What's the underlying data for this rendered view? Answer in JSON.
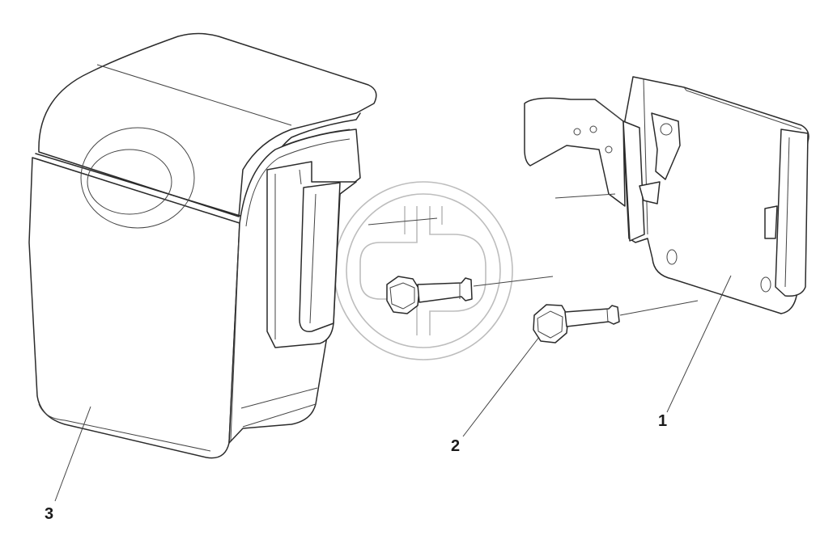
{
  "callouts": {
    "part_1": "1",
    "part_2": "2",
    "part_3": "3"
  },
  "colors": {
    "line": "#2b2b2b",
    "watermark": "#bdbdbd",
    "background": "#ffffff"
  }
}
